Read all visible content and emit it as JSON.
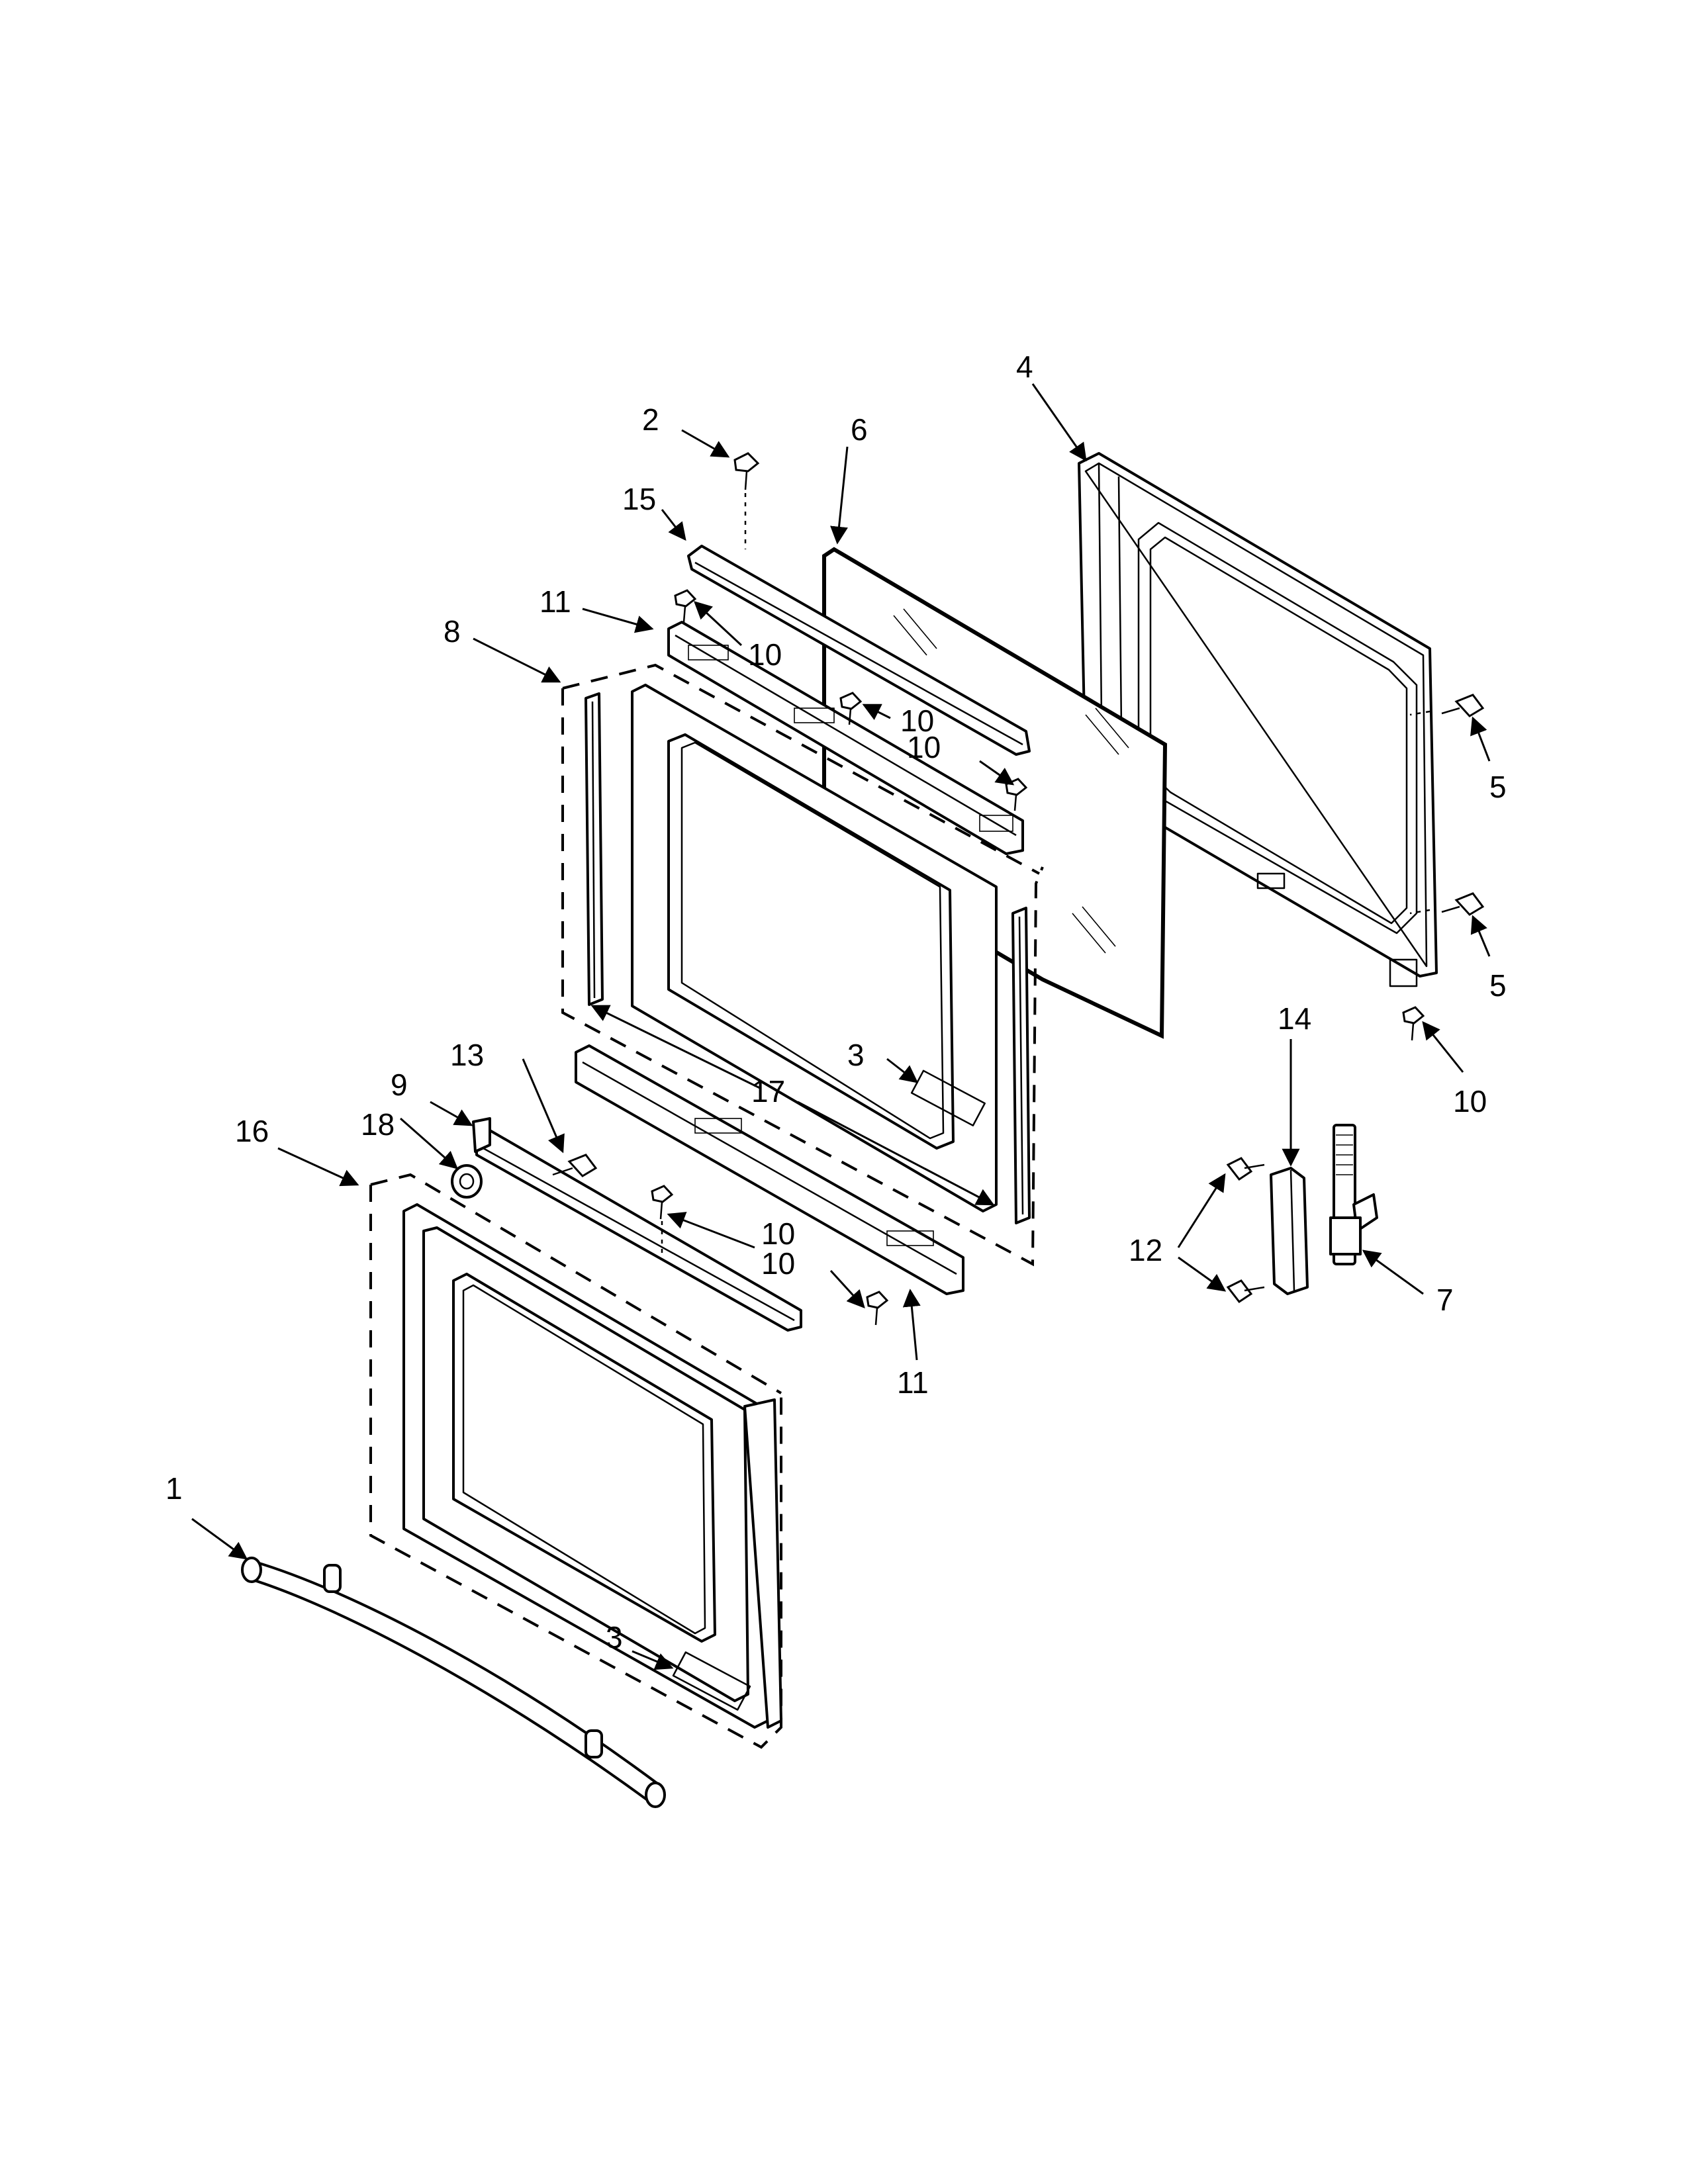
{
  "diagram": {
    "callouts": [
      {
        "id": "c1",
        "label": "1"
      },
      {
        "id": "c2",
        "label": "2"
      },
      {
        "id": "c3a",
        "label": "3"
      },
      {
        "id": "c3b",
        "label": "3"
      },
      {
        "id": "c4",
        "label": "4"
      },
      {
        "id": "c5a",
        "label": "5"
      },
      {
        "id": "c5b",
        "label": "5"
      },
      {
        "id": "c6",
        "label": "6"
      },
      {
        "id": "c7",
        "label": "7"
      },
      {
        "id": "c8",
        "label": "8"
      },
      {
        "id": "c9",
        "label": "9"
      },
      {
        "id": "c10a",
        "label": "10"
      },
      {
        "id": "c10b",
        "label": "10"
      },
      {
        "id": "c10c",
        "label": "10"
      },
      {
        "id": "c10d",
        "label": "10"
      },
      {
        "id": "c10e",
        "label": "10"
      },
      {
        "id": "c10f",
        "label": "10"
      },
      {
        "id": "c11a",
        "label": "11"
      },
      {
        "id": "c11b",
        "label": "11"
      },
      {
        "id": "c12",
        "label": "12"
      },
      {
        "id": "c13",
        "label": "13"
      },
      {
        "id": "c14",
        "label": "14"
      },
      {
        "id": "c15",
        "label": "15"
      },
      {
        "id": "c16",
        "label": "16"
      },
      {
        "id": "c17",
        "label": "17"
      },
      {
        "id": "c18",
        "label": "18"
      }
    ]
  }
}
